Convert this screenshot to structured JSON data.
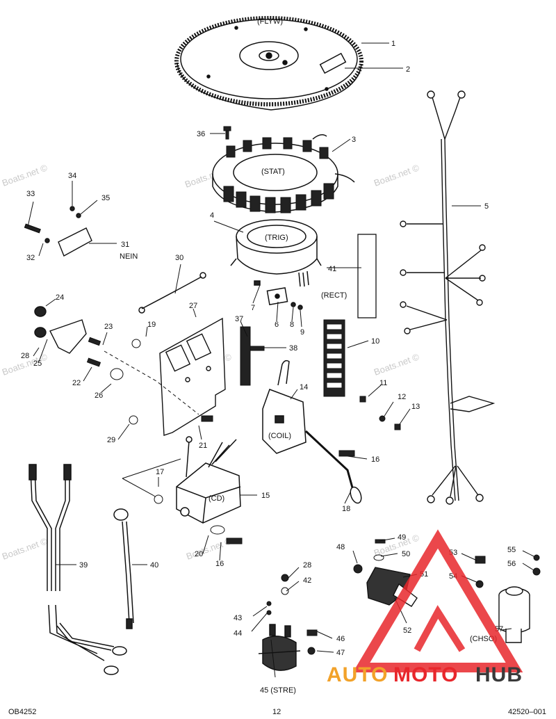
{
  "tags": {
    "flyw": "(FLYW)",
    "stat": "(STAT)",
    "trig": "(TRIG)",
    "rect": "(RECT)",
    "coil": "(COIL)",
    "cd": "(CD)",
    "chso": "(CHSO)",
    "stre": "45 (STRE)",
    "nein": "NEIN"
  },
  "callouts": [
    "1",
    "2",
    "3",
    "4",
    "5",
    "6",
    "7",
    "8",
    "9",
    "10",
    "11",
    "12",
    "13",
    "14",
    "15",
    "16",
    "16",
    "17",
    "18",
    "19",
    "20",
    "21",
    "22",
    "23",
    "24",
    "25",
    "26",
    "27",
    "28",
    "28",
    "29",
    "30",
    "31",
    "32",
    "33",
    "34",
    "35",
    "36",
    "37",
    "38",
    "39",
    "40",
    "41",
    "42",
    "43",
    "44",
    "46",
    "47",
    "48",
    "49",
    "50",
    "51",
    "52",
    "53",
    "54",
    "55",
    "56",
    "57"
  ],
  "watermark": "Boats.net ©",
  "footer": {
    "left": "OB4252",
    "center": "12",
    "right": "42520–001"
  },
  "logo": {
    "text_a": "AUTO",
    "text_b": "MOTO",
    "text_c": "HUB",
    "color_primary": "#e8272c",
    "color_secondary": "#f2a22a",
    "color_dark": "#3a3a3a"
  }
}
